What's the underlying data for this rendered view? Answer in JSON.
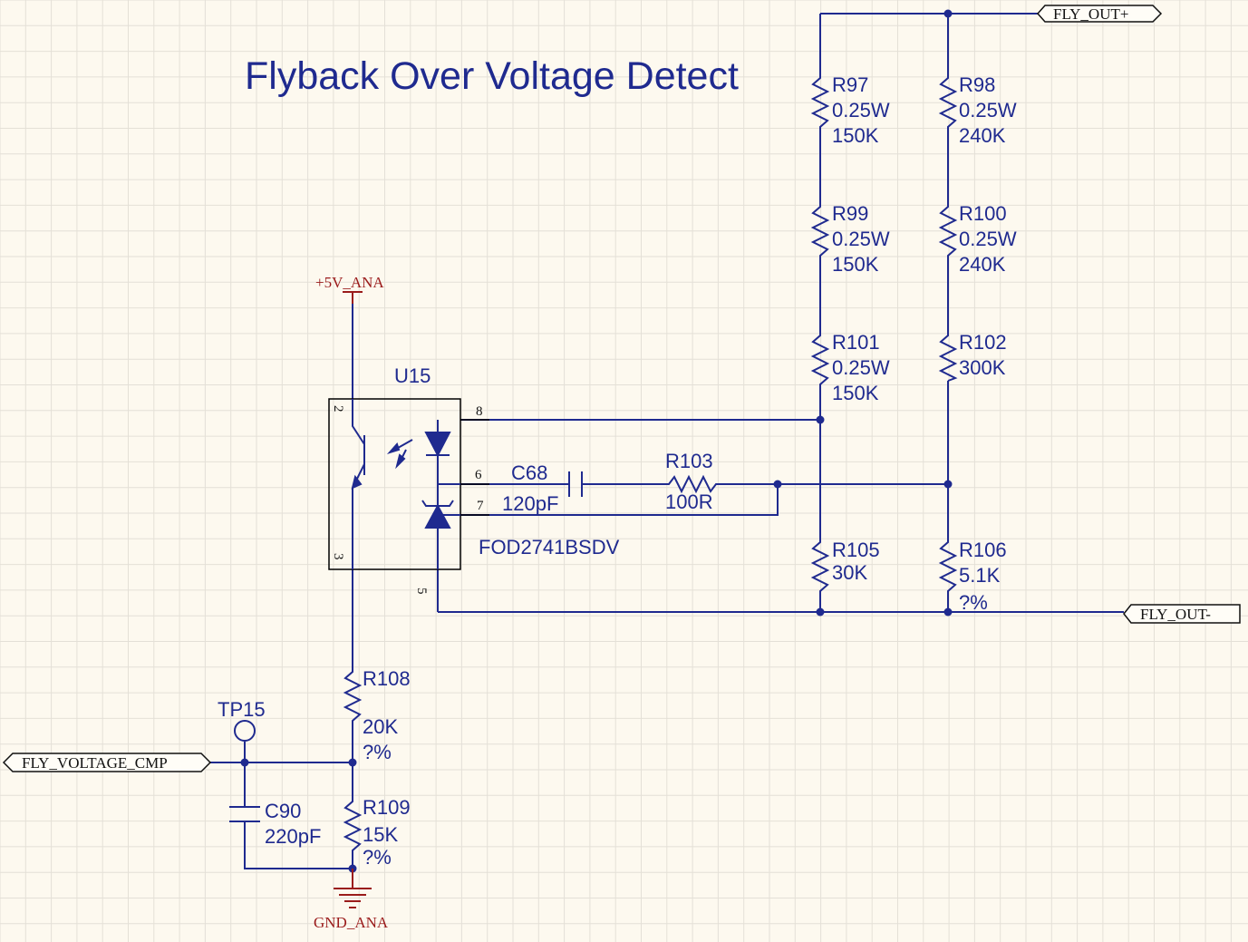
{
  "title": "Flyback Over Voltage Detect",
  "ports": {
    "fly_out_plus": "FLY_OUT+",
    "fly_out_minus": "FLY_OUT-",
    "fly_voltage_cmp": "FLY_VOLTAGE_CMP"
  },
  "power": {
    "vcc": "+5V_ANA",
    "gnd": "GND_ANA"
  },
  "u15": {
    "ref": "U15",
    "part": "FOD2741BSDV",
    "pins": [
      "2",
      "3",
      "8",
      "6",
      "7",
      "5"
    ]
  },
  "components": {
    "r97": {
      "ref": "R97",
      "rating": "0.25W",
      "value": "150K"
    },
    "r98": {
      "ref": "R98",
      "rating": "0.25W",
      "value": "240K"
    },
    "r99": {
      "ref": "R99",
      "rating": "0.25W",
      "value": "150K"
    },
    "r100": {
      "ref": "R100",
      "rating": "0.25W",
      "value": "240K"
    },
    "r101": {
      "ref": "R101",
      "rating": "0.25W",
      "value": "150K"
    },
    "r102": {
      "ref": "R102",
      "value": "300K"
    },
    "r103": {
      "ref": "R103",
      "value": "100R"
    },
    "c68": {
      "ref": "C68",
      "value": "120pF"
    },
    "r105": {
      "ref": "R105",
      "value": "30K"
    },
    "r106": {
      "ref": "R106",
      "value": "5.1K",
      "tol": "?%"
    },
    "r108": {
      "ref": "R108",
      "value": "20K",
      "tol": "?%"
    },
    "r109": {
      "ref": "R109",
      "value": "15K",
      "tol": "?%"
    },
    "c90": {
      "ref": "C90",
      "value": "220pF"
    },
    "tp15": {
      "ref": "TP15"
    }
  },
  "colors": {
    "wire": "#1f2a8f",
    "power": "#9a1b1b",
    "background": "#fdf9ef",
    "grid": "#e4e0d7"
  }
}
